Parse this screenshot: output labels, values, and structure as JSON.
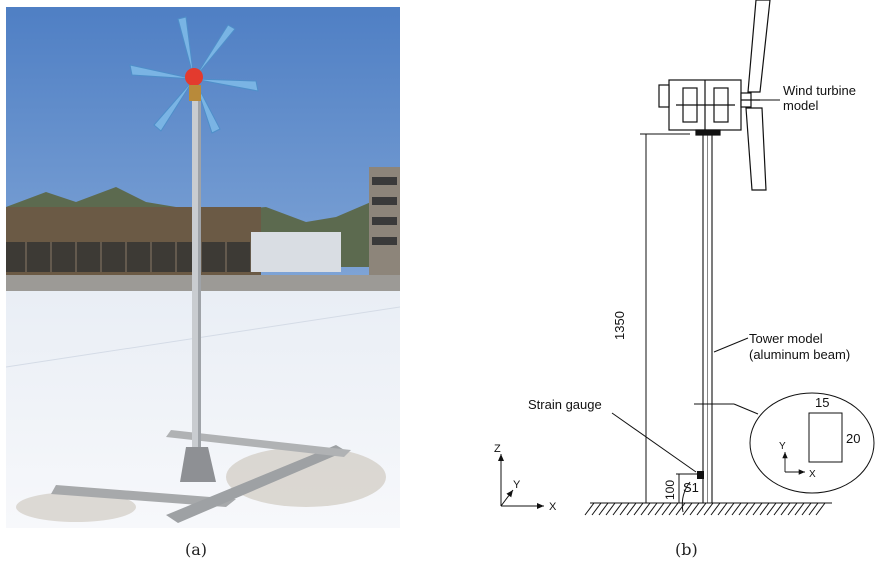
{
  "panels": {
    "a": {
      "caption": "(a)"
    },
    "b": {
      "caption": "(b)"
    }
  },
  "labels": {
    "turbine_line1": "Wind turbine",
    "turbine_line2": "model",
    "tower_line1": "Tower model",
    "tower_line2": "(aluminum beam)",
    "strain": "Strain gauge",
    "height": "1350",
    "gauge_height": "100",
    "sensor": "S1",
    "section_width": "15",
    "section_height": "20",
    "axis_x": "X",
    "axis_y": "Y",
    "axis_z": "Z"
  }
}
